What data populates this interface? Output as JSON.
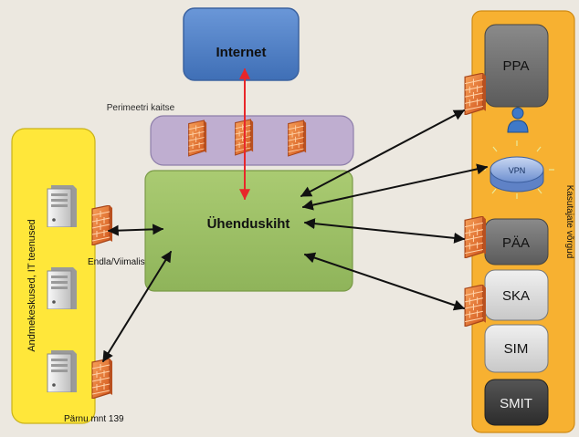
{
  "internet": {
    "label": "Internet"
  },
  "perimeter": {
    "label": "Perimeetri kaitse"
  },
  "core": {
    "label": "Ühenduskiht"
  },
  "datacenter": {
    "label": "Andmekeskused, IT teenused",
    "server1_label": "Endla/Viimalise",
    "server3_label": "Pärnu mnt 139"
  },
  "user_networks": {
    "label": "Kasutajate võrgud",
    "nodes": [
      "PPA",
      "VPN",
      "PÄA",
      "SKA",
      "SIM",
      "SMIT"
    ]
  },
  "colors": {
    "background": "#ece8e0",
    "internet": "#4f7fc6",
    "perimeter": "#bfaed0",
    "core": "#9fc067",
    "datacenter": "#ffe73a",
    "user_networks": "#f7b131",
    "dark_node": "#6e6e6e",
    "light_node": "#d9d9d9",
    "firewall": "#e9762f",
    "internet_link": "#e8262a",
    "link": "#111111"
  },
  "icons": [
    "firewall-icon",
    "server-icon",
    "user-icon",
    "vpn-router-icon"
  ]
}
